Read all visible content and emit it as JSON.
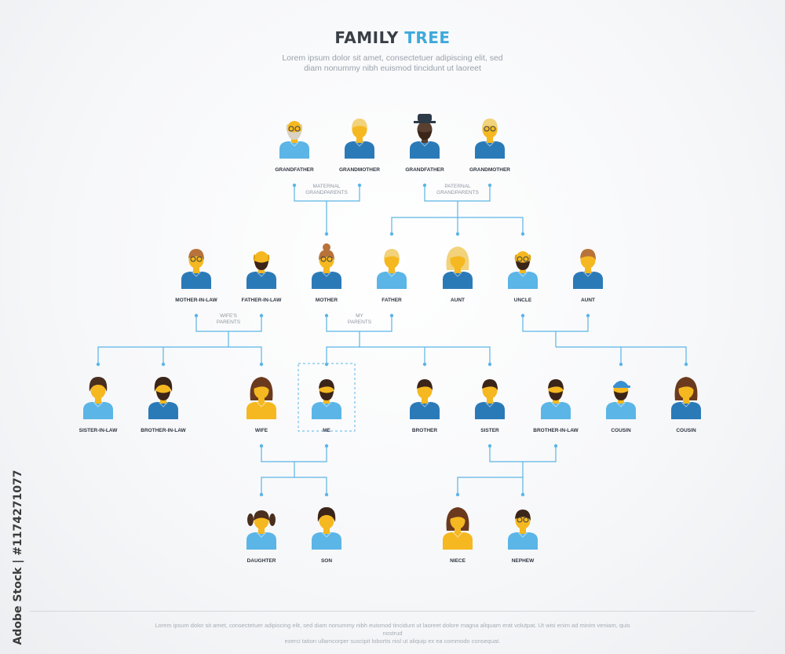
{
  "header": {
    "title_word1": "FAMILY",
    "title_word2": "TREE",
    "subtitle_line1": "Lorem ipsum dolor sit amet, consectetuer adipiscing elit, sed",
    "subtitle_line2": "diam nonummy nibh euismod tincidunt ut laoreet"
  },
  "groups": {
    "maternal_line1": "MATERNAL",
    "maternal_line2": "GRANDPARENTS",
    "paternal_line1": "PATERNAL",
    "paternal_line2": "GRANDPARENTS",
    "wifes_line1": "WIFE'S",
    "wifes_line2": "PARENTS",
    "my_line1": "MY",
    "my_line2": "PARENTS"
  },
  "people": [
    {
      "key": "grandfather-maternal",
      "label": "GRANDFATHER",
      "hair": "bald-gray",
      "shirt": "#5bb5e6",
      "glasses": true,
      "beard": true,
      "skin": "#f5b820",
      "dark": false
    },
    {
      "key": "grandmother-maternal",
      "label": "GRANDMOTHER",
      "hair": "short-blonde",
      "shirt": "#2b7ab8",
      "glasses": false,
      "beard": false,
      "skin": "#f5b820",
      "dark": false
    },
    {
      "key": "grandfather-paternal",
      "label": "GRANDFATHER",
      "hair": "hat",
      "shirt": "#2b7ab8",
      "glasses": false,
      "beard": true,
      "skin": "#2d3a48",
      "dark": true
    },
    {
      "key": "grandmother-paternal",
      "label": "GRANDMOTHER",
      "hair": "short-blonde",
      "shirt": "#2b7ab8",
      "glasses": true,
      "beard": false,
      "skin": "#f5b820",
      "dark": false
    },
    {
      "key": "mother-in-law",
      "label": "MOTHER-IN-LAW",
      "hair": "brown-short",
      "shirt": "#2b7ab8",
      "glasses": true,
      "beard": false,
      "skin": "#f5b820",
      "dark": false
    },
    {
      "key": "father-in-law",
      "label": "FATHER-IN-LAW",
      "hair": "bald",
      "shirt": "#2b7ab8",
      "glasses": false,
      "beard": true,
      "skin": "#f5b820",
      "dark": false
    },
    {
      "key": "mother",
      "label": "MOTHER",
      "hair": "bun",
      "shirt": "#2b7ab8",
      "glasses": true,
      "beard": false,
      "skin": "#f5b820",
      "dark": false
    },
    {
      "key": "father",
      "label": "FATHER",
      "hair": "blonde",
      "shirt": "#5bb5e6",
      "glasses": false,
      "beard": false,
      "skin": "#f5b820",
      "dark": false
    },
    {
      "key": "aunt-1",
      "label": "AUNT",
      "hair": "blonde-long",
      "shirt": "#2b7ab8",
      "glasses": false,
      "beard": false,
      "skin": "#f5b820",
      "dark": false
    },
    {
      "key": "uncle",
      "label": "UNCLE",
      "hair": "bald",
      "shirt": "#5bb5e6",
      "glasses": true,
      "beard": true,
      "skin": "#f5b820",
      "dark": false
    },
    {
      "key": "aunt-2",
      "label": "AUNT",
      "hair": "brown-short",
      "shirt": "#2b7ab8",
      "glasses": false,
      "beard": false,
      "skin": "#f5b820",
      "dark": false
    },
    {
      "key": "sister-in-law",
      "label": "SISTER-IN-LAW",
      "hair": "dark-updo",
      "shirt": "#5bb5e6",
      "glasses": false,
      "beard": false,
      "skin": "#f5b820",
      "dark": false
    },
    {
      "key": "brother-in-law-1",
      "label": "BROTHER-IN-LAW",
      "hair": "curly-dark",
      "shirt": "#2b7ab8",
      "glasses": false,
      "beard": true,
      "skin": "#f5b820",
      "dark": false
    },
    {
      "key": "wife",
      "label": "WIFE",
      "hair": "long-brown",
      "shirt": "#f5b820",
      "glasses": false,
      "beard": false,
      "skin": "#f5b820",
      "dark": false
    },
    {
      "key": "me",
      "label": "ME",
      "hair": "dark-short",
      "shirt": "#5bb5e6",
      "glasses": false,
      "beard": true,
      "skin": "#f5b820",
      "dark": false
    },
    {
      "key": "brother",
      "label": "BROTHER",
      "hair": "dark-short",
      "shirt": "#2b7ab8",
      "glasses": false,
      "beard": false,
      "skin": "#f5b820",
      "dark": false
    },
    {
      "key": "sister",
      "label": "SISTER",
      "hair": "dark-short",
      "shirt": "#2b7ab8",
      "glasses": false,
      "beard": false,
      "skin": "#f5b820",
      "dark": false
    },
    {
      "key": "brother-in-law-2",
      "label": "BROTHER-IN-LAW",
      "hair": "dark-short",
      "shirt": "#5bb5e6",
      "glasses": false,
      "beard": true,
      "skin": "#f5b820",
      "dark": false
    },
    {
      "key": "cousin-1",
      "label": "COUSIN",
      "hair": "cap",
      "shirt": "#5bb5e6",
      "glasses": false,
      "beard": true,
      "skin": "#f5b820",
      "dark": false
    },
    {
      "key": "cousin-2",
      "label": "COUSIN",
      "hair": "long-brown",
      "shirt": "#2b7ab8",
      "glasses": false,
      "beard": false,
      "skin": "#f5b820",
      "dark": false
    },
    {
      "key": "daughter",
      "label": "DAUGHTER",
      "hair": "pigtails",
      "shirt": "#5bb5e6",
      "glasses": false,
      "beard": false,
      "skin": "#f5b820",
      "dark": false
    },
    {
      "key": "son",
      "label": "SON",
      "hair": "curly-dark",
      "shirt": "#5bb5e6",
      "glasses": false,
      "beard": false,
      "skin": "#f5b820",
      "dark": false
    },
    {
      "key": "niece",
      "label": "NIECE",
      "hair": "long-brown",
      "shirt": "#f5b820",
      "glasses": false,
      "beard": false,
      "skin": "#f5b820",
      "dark": false
    },
    {
      "key": "nephew",
      "label": "NEPHEW",
      "hair": "dark-short",
      "shirt": "#5bb5e6",
      "glasses": true,
      "beard": false,
      "skin": "#f5b820",
      "dark": false
    }
  ],
  "footer": {
    "line1": "Lorem ipsum dolor sit amet, consectetuer adipiscing elit, sed diam nonummy nibh euismod tincidunt ut laoreet dolore magna aliquam erat volutpat. Ut wisi enim ad minim veniam, quis nostrud",
    "line2": "exerci tation ullamcorper suscipit lobortis nisl ut aliquip ex ea commodo consequat."
  },
  "watermark": "Adobe Stock | #1174271077",
  "colors": {
    "line": "#5bb5e6",
    "accent": "#3fa9dc",
    "title": "#3a3f47",
    "skin": "#f5b820",
    "shirt_light": "#5bb5e6",
    "shirt_dark": "#2b7ab8",
    "label": "#2f3540"
  }
}
